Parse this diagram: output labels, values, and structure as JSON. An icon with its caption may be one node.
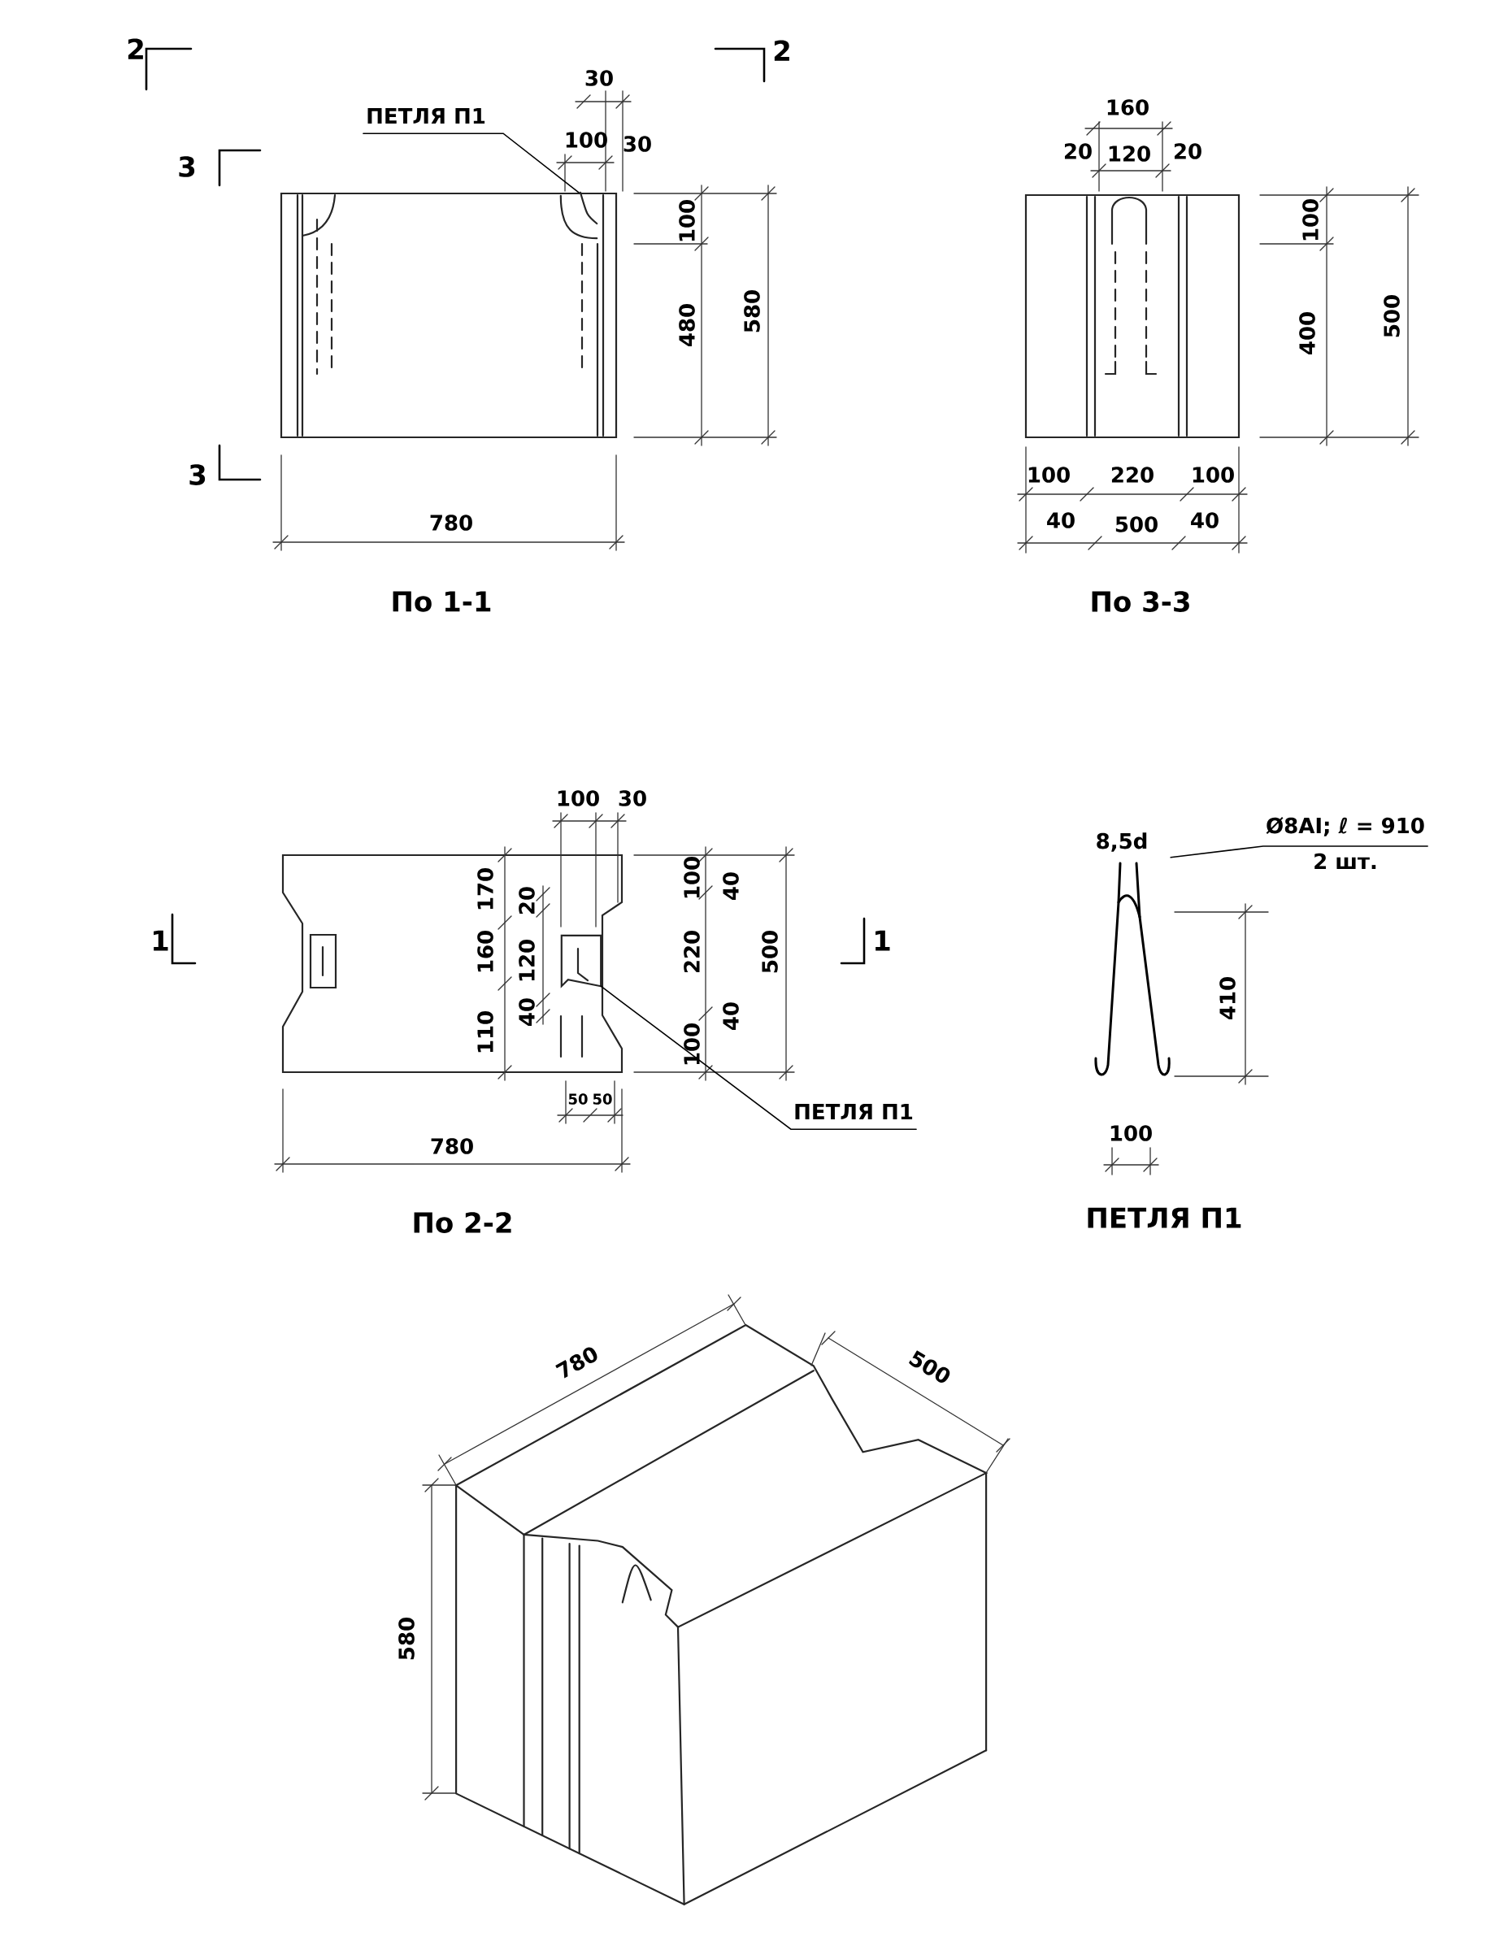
{
  "diagram": {
    "nodes": [
      {
        "text": [
          "ПЕТЛЯ П1"
        ]
      },
      {
        "text": [],
        "shape": "picture"
      },
      {
        "text": [
          "ПЕТЛЯ П1"
        ]
      },
      {
        "text": [],
        "shape": "box"
      },
      {
        "text": [
          "Ø8AI; ℓ = 910",
          "2 шт."
        ]
      },
      {
        "text": [],
        "shape": "picture"
      }
    ],
    "edges": [
      {
        "from": 0,
        "to": 1,
        "arrow": "none"
      },
      {
        "from": 2,
        "to": 3,
        "arrow": "none"
      },
      {
        "from": 4,
        "to": 5,
        "arrow": "none"
      }
    ],
    "labels": [
      "2",
      "2",
      "30",
      "100",
      "30",
      "160",
      "20",
      "120",
      "20",
      "3",
      "100",
      "480",
      "580",
      "100",
      "400",
      "500",
      "3",
      "780",
      "100",
      "220",
      "100",
      "40",
      "500",
      "40",
      "По 1-1",
      "По 3-3",
      "100",
      "30",
      "8,5d",
      "170",
      "20",
      "100",
      "40",
      "1",
      "160",
      "120",
      "220",
      "500",
      "1",
      "410",
      "110",
      "40",
      "40",
      "100",
      "50",
      "50",
      "100",
      "780",
      "По 2-2",
      "ПЕТЛЯ П1",
      "780",
      "500",
      "580"
    ]
  }
}
